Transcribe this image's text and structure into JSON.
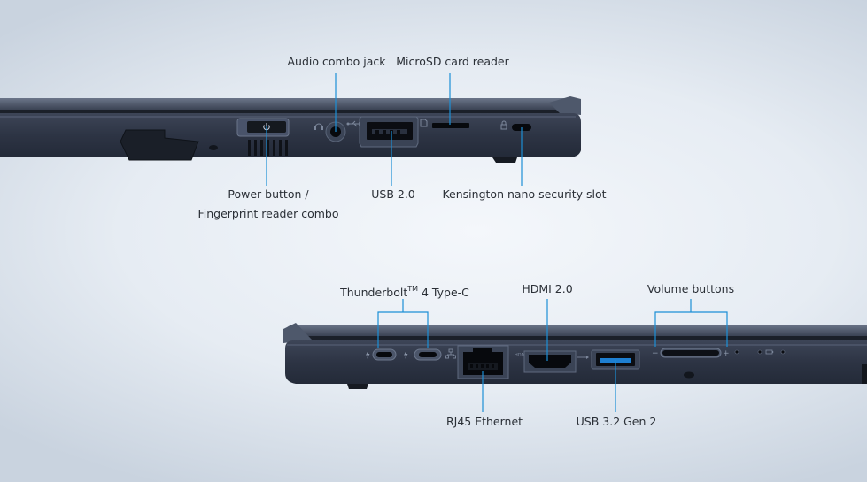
{
  "colors": {
    "leader": "#1c8fd6",
    "chassis": "#2e3646",
    "chassis_edge": "#5b6679",
    "background": "#e9eef4"
  },
  "top_view": {
    "labels_above": {
      "audio_jack": "Audio combo jack",
      "microsd": "MicroSD card reader"
    },
    "labels_below": {
      "power_line1": "Power button /",
      "power_line2": "Fingerprint reader combo",
      "usb2": "USB 2.0",
      "kensington": "Kensington nano security slot"
    },
    "icons": [
      "power-icon",
      "headset-icon",
      "usb-icon",
      "sd-card-icon",
      "lock-icon"
    ]
  },
  "bottom_view": {
    "labels_above": {
      "thunderbolt_main": "Thunderbolt",
      "thunderbolt_tm": "TM",
      "thunderbolt_rest": " 4 Type-C",
      "hdmi": "HDMI 2.0",
      "volume": "Volume buttons"
    },
    "labels_below": {
      "rj45": "RJ45 Ethernet",
      "usb32": "USB 3.2 Gen 2"
    },
    "port_marks": {
      "hdmi_mark": "HDMI",
      "volume_minus": "−",
      "volume_plus": "+"
    },
    "icons": [
      "thunderbolt-icon",
      "network-icon",
      "usb-ss-icon",
      "battery-icon"
    ]
  }
}
